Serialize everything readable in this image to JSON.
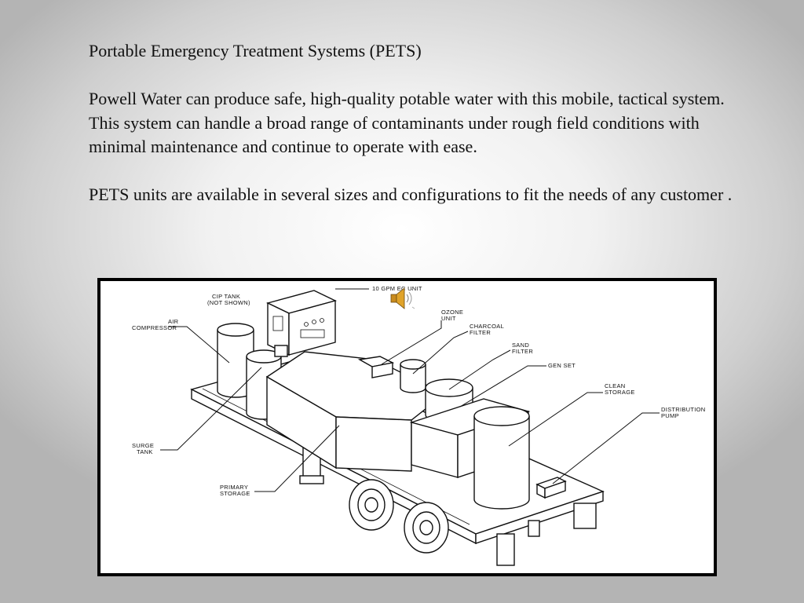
{
  "slide": {
    "title": "Portable Emergency Treatment Systems  (PETS)",
    "paragraph1": "Powell Water can produce safe, high-quality potable water with this mobile, tactical system. This system can handle a broad range of contaminants under rough field conditions with minimal maintenance and continue to operate with ease.",
    "paragraph2": "PETS units are available in several sizes and configurations to fit the needs of any customer ."
  },
  "diagram": {
    "labels": {
      "cip_tank_1": "CIP TANK",
      "cip_tank_2": "(NOT SHOWN)",
      "air_1": "AIR",
      "air_2": "COMPRESSOR",
      "ec_unit": "10 GPM EC UNIT",
      "ozone_1": "OZONE",
      "ozone_2": "UNIT",
      "charcoal_1": "CHARCOAL",
      "charcoal_2": "FILTER",
      "sand_1": "SAND",
      "sand_2": "FILTER",
      "gen_set": "GEN SET",
      "clean_1": "CLEAN",
      "clean_2": "STORAGE",
      "dist_1": "DISTRIBUTION",
      "dist_2": "PUMP",
      "surge_1": "SURGE",
      "surge_2": "TANK",
      "primary_1": "PRIMARY",
      "primary_2": "STORAGE"
    }
  },
  "icons": {
    "audio": "speaker-icon"
  }
}
